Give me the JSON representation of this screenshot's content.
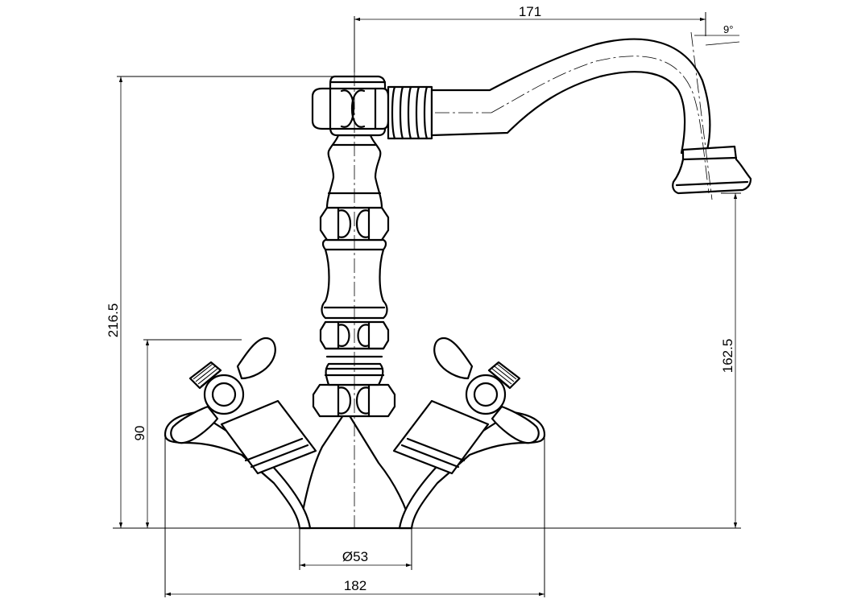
{
  "dimensions": {
    "spout_reach": "171",
    "spout_angle": "9°",
    "total_height": "216.5",
    "spout_outlet_height": "162.5",
    "handle_height": "90",
    "base_diameter": "Ø53",
    "total_width": "182"
  }
}
